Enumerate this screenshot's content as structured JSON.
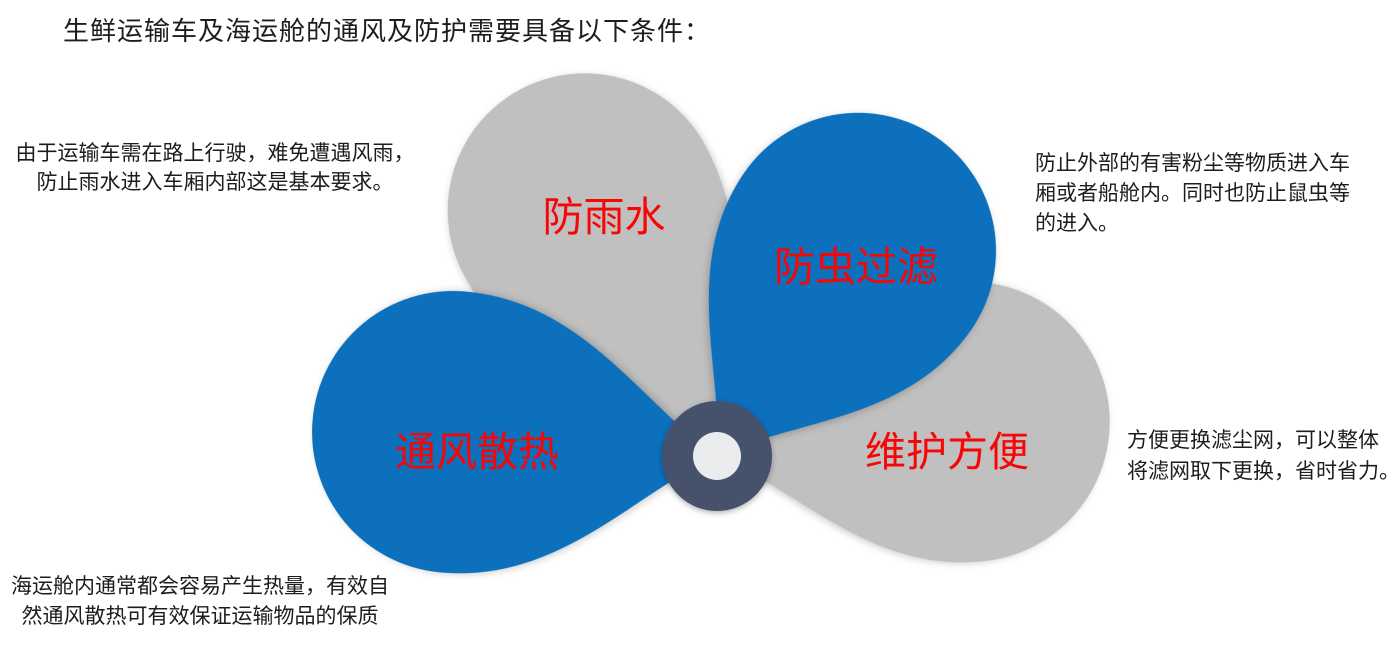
{
  "title": "生鲜运输车及海运舱的通风及防护需要具备以下条件：",
  "petals": {
    "rain": {
      "label": "防雨水"
    },
    "insect": {
      "label": "防虫过滤"
    },
    "vent": {
      "label": "通风散热"
    },
    "maintain": {
      "label": "维护方便"
    }
  },
  "notes": {
    "rain": {
      "line1": "由于运输车需在路上行驶，难免遭遇风雨，",
      "line2": "防止雨水进入车厢内部这是基本要求。"
    },
    "insect": {
      "line1": "防止外部的有害粉尘等物质进入车",
      "line2": "厢或者船舱内。同时也防止鼠虫等",
      "line3": "的进入。"
    },
    "vent": {
      "line1": "海运舱内通常都会容易产生热量，有效自",
      "line2": "然通风散热可有效保证运输物品的保质"
    },
    "maintain": {
      "line1": "方便更换滤尘网，可以整体",
      "line2": "将滤网取下更换，省时省力。"
    }
  },
  "colors": {
    "petal_blue": "#0C70BC",
    "petal_gray": "#C0C0C1",
    "hub_ring": "#46526C",
    "hub_center": "#EAEBEC",
    "label_red": "#F90505",
    "text_dark": "#1D1D1D",
    "background": "#FFFFFF"
  }
}
